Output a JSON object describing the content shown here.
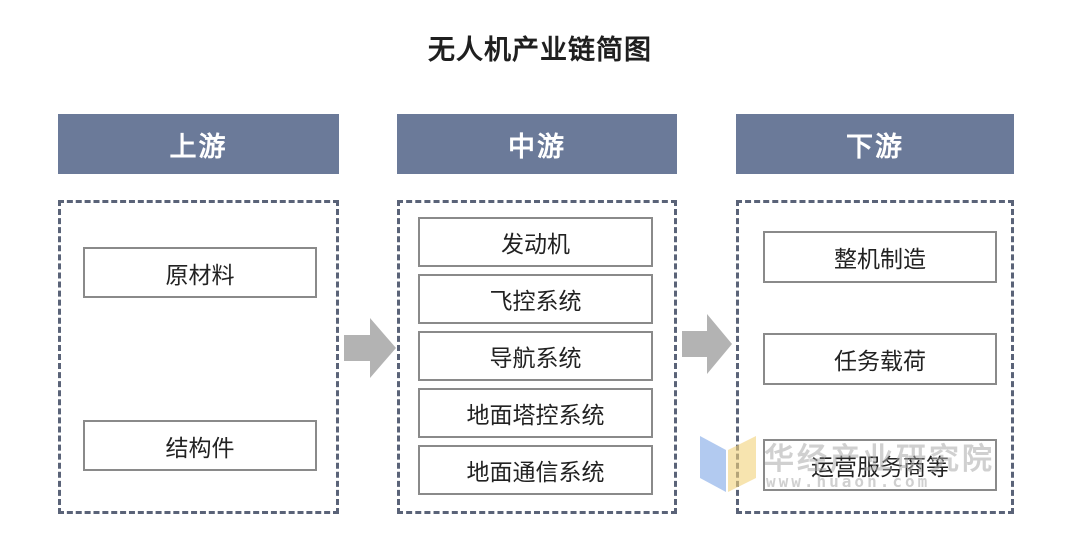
{
  "title": "无人机产业链简图",
  "columns": {
    "upstream": {
      "header": "上游",
      "items": [
        "原材料",
        "结构件"
      ]
    },
    "midstream": {
      "header": "中游",
      "items": [
        "发动机",
        "飞控系统",
        "导航系统",
        "地面塔控系统",
        "地面通信系统"
      ]
    },
    "downstream": {
      "header": "下游",
      "items": [
        "整机制造",
        "任务载荷",
        "运营服务商等"
      ]
    }
  },
  "watermark": {
    "text": "华经产业研究院",
    "url": "www.huaon.com"
  },
  "colors": {
    "header_bg": "#6b7a99",
    "dashed_border": "#5a6378",
    "arrow": "#b3b3b3"
  }
}
